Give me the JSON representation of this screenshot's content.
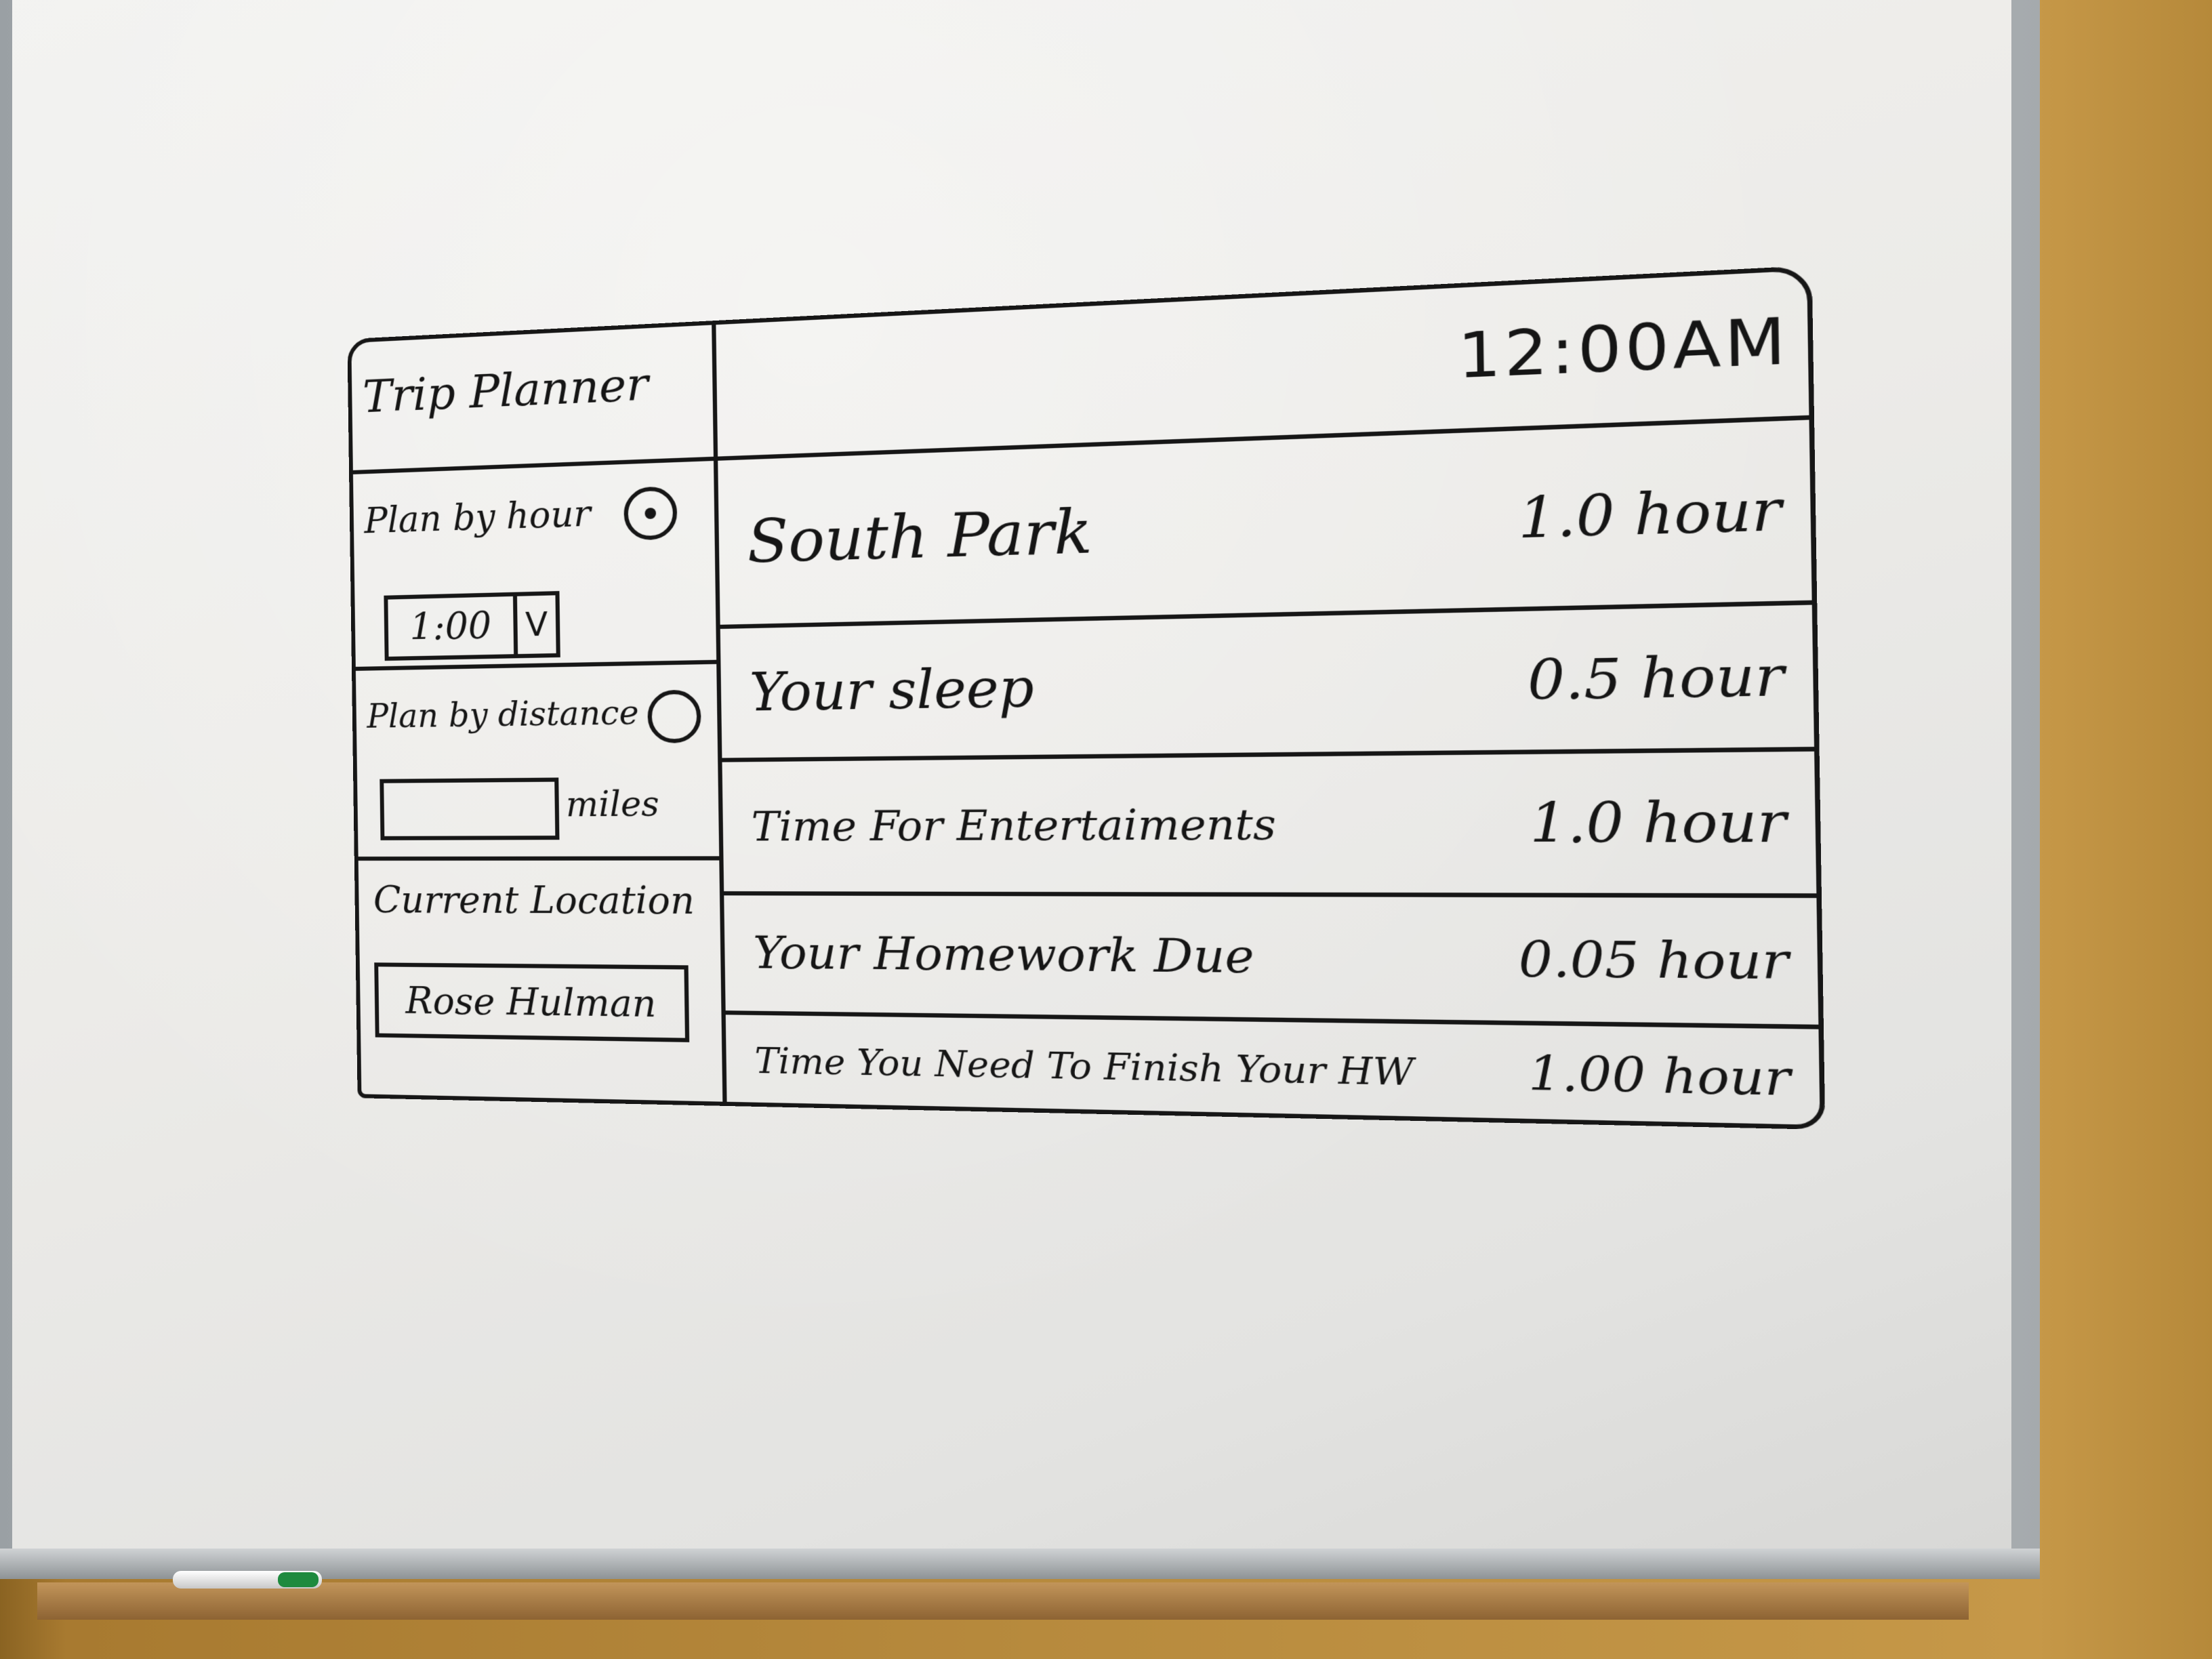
{
  "app": {
    "title": "Trip Planner",
    "clock": "12:00AM"
  },
  "sidebar": {
    "plan_by_hour": {
      "label": "Plan by hour",
      "selected": true
    },
    "hour_select": {
      "value": "1:00",
      "arrow": "V"
    },
    "plan_by_distance": {
      "label": "Plan by distance",
      "selected": false
    },
    "distance_input": {
      "value": "",
      "unit": "miles"
    },
    "current_location": {
      "label": "Current Location",
      "value": "Rose Hulman"
    }
  },
  "schedule": [
    {
      "label": "South Park",
      "duration": "1.0 hour"
    },
    {
      "label": "Your sleep",
      "duration": "0.5 hour"
    },
    {
      "label": "Time For Entertaiments",
      "duration": "1.0 hour"
    },
    {
      "label": "Your Homework Due",
      "duration": "0.05 hour"
    },
    {
      "label": "Time You Need To Finish Your HW",
      "duration": "1.00 hour"
    }
  ]
}
